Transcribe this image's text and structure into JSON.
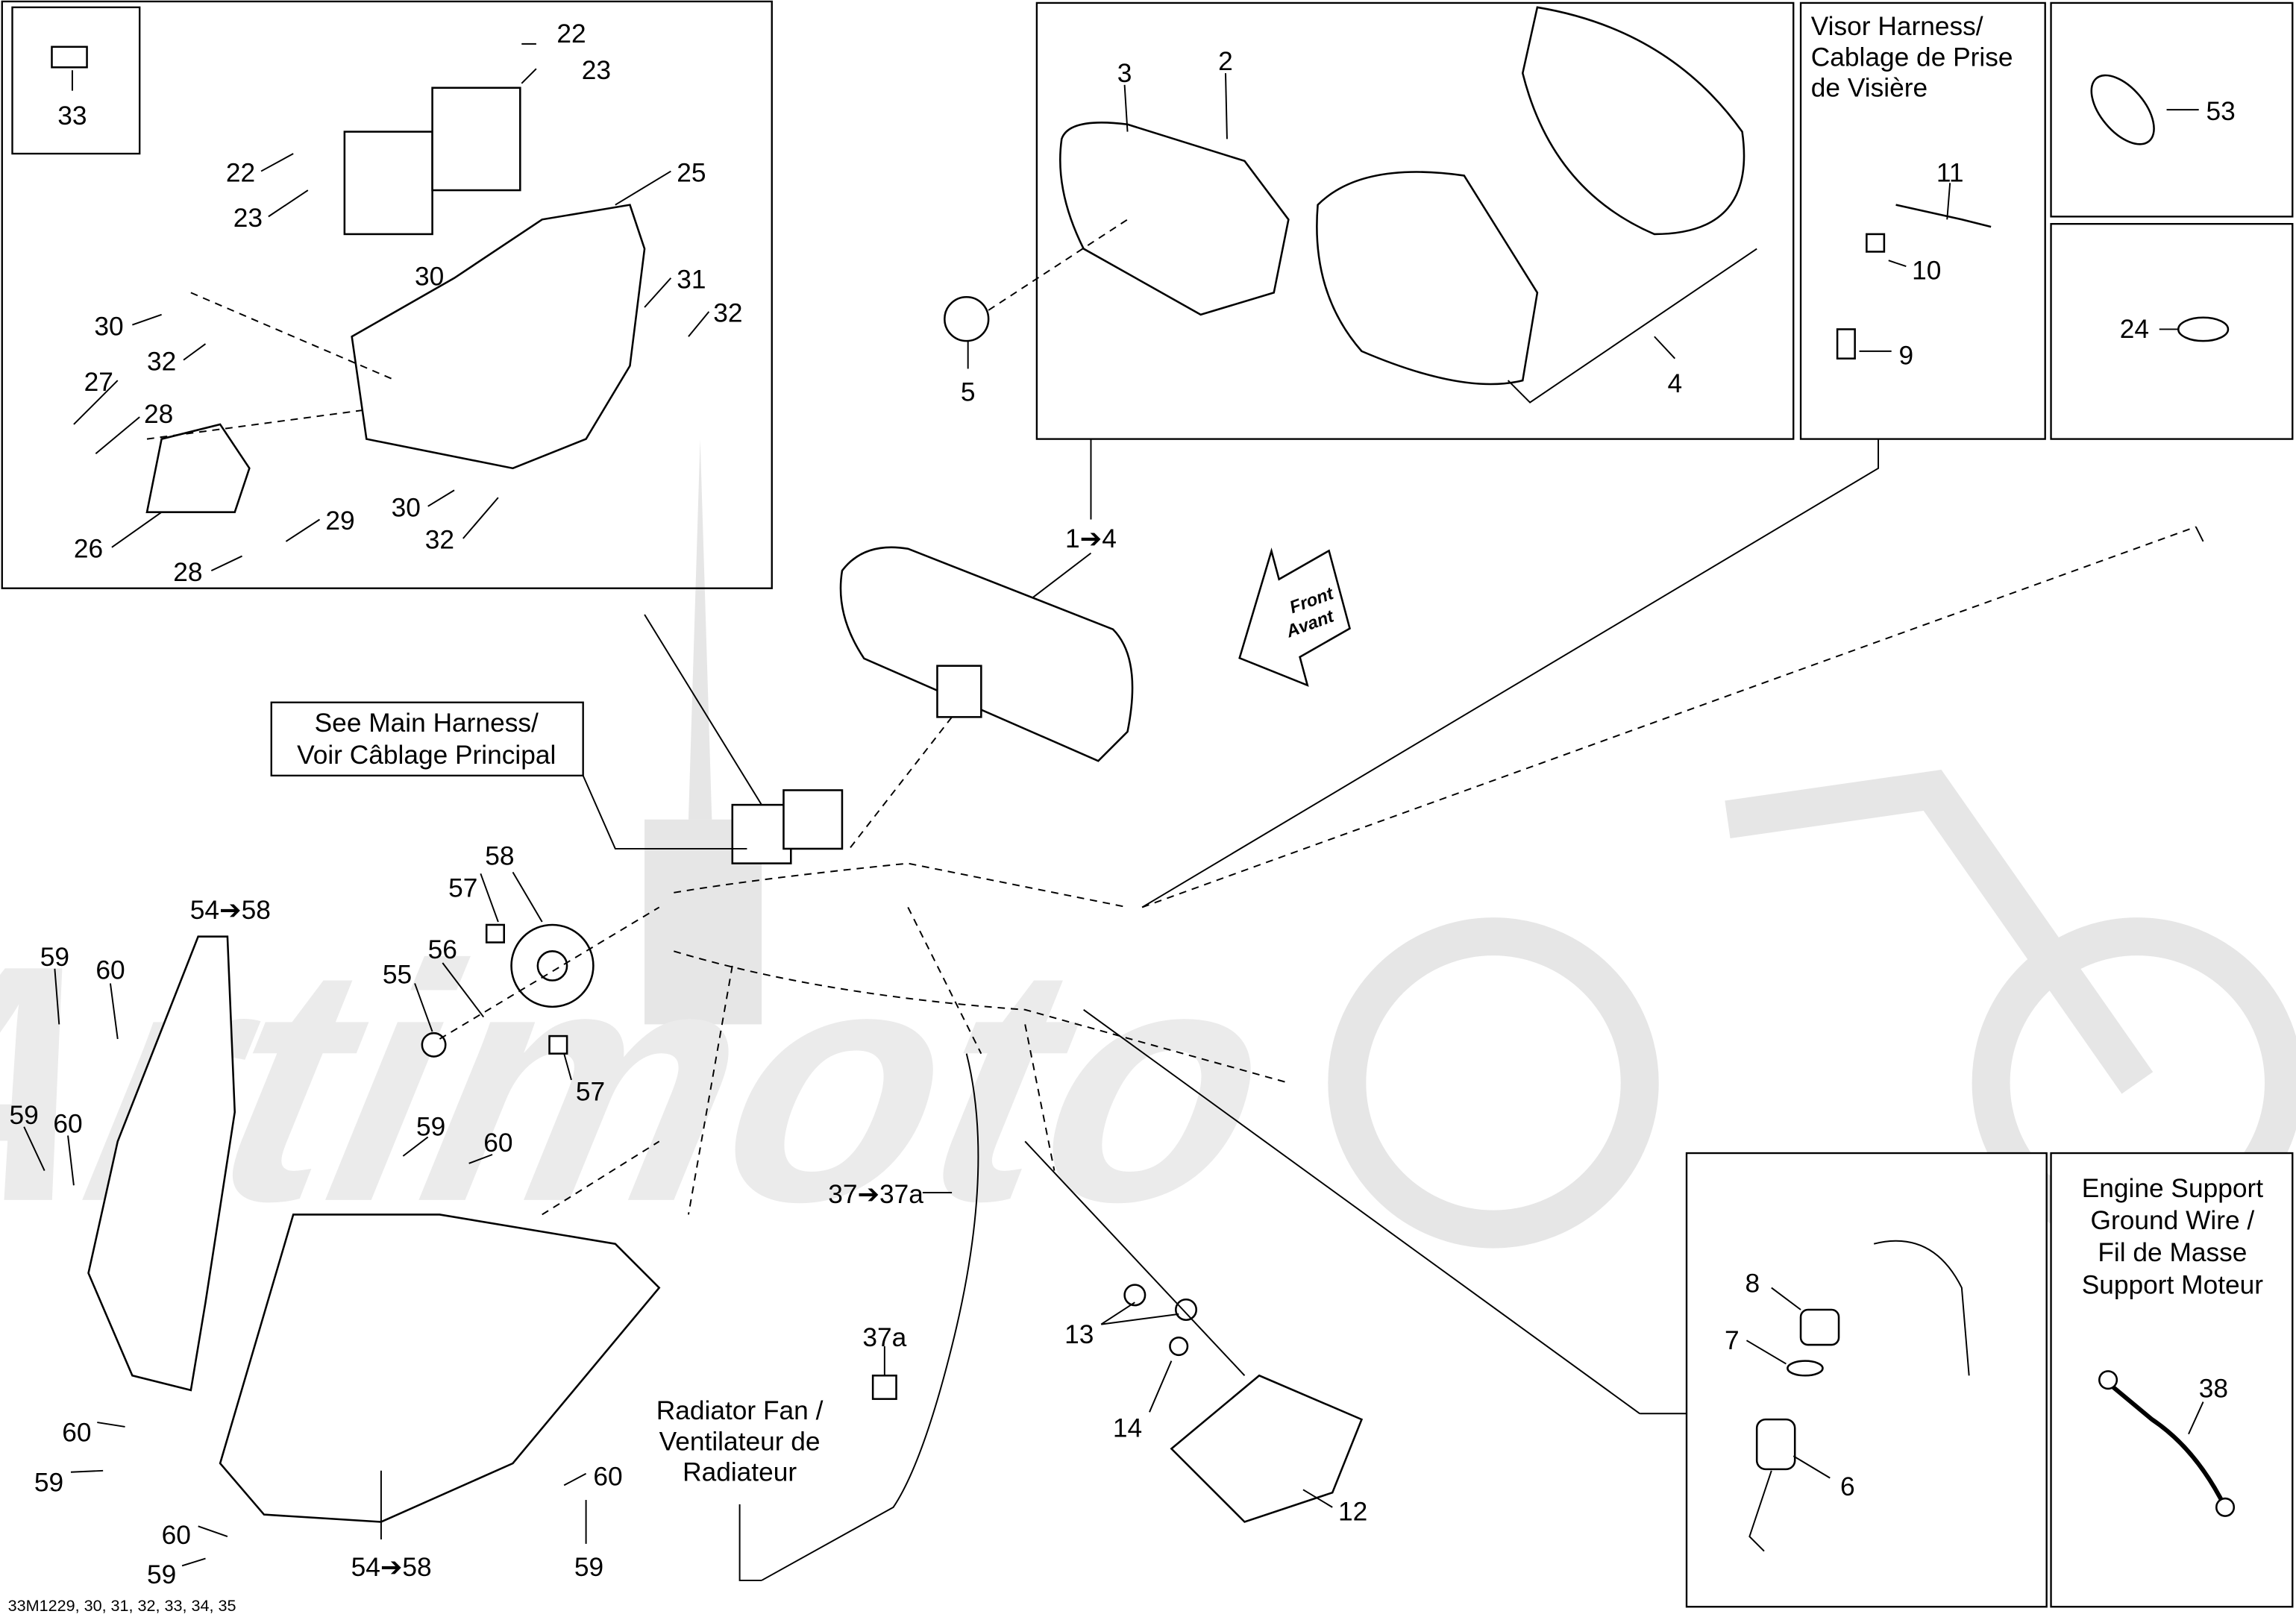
{
  "caption": "33M1229, 30, 31, 32, 33, 34, 35",
  "watermark": "Artimoto",
  "notes": {
    "visor_harness": [
      "Visor Harness/",
      "Cablage de Prise",
      "de Visière"
    ],
    "main_harness": [
      "See Main Harness/",
      "Voir Câblage Principal"
    ],
    "radiator_fan": [
      "Radiator Fan /",
      "Ventilateur de",
      "Radiateur"
    ],
    "engine_ground": [
      "Engine Support",
      "Ground Wire /",
      "Fil de Masse",
      "Support Moteur"
    ],
    "front_arrow": [
      "Front",
      "Avant"
    ]
  },
  "callouts": {
    "switch_box": [
      "33",
      "22",
      "23",
      "22",
      "23",
      "25",
      "30",
      "31",
      "30",
      "32",
      "32",
      "27",
      "28",
      "30",
      "29",
      "26",
      "32",
      "28"
    ],
    "instrument_box": [
      "3",
      "2",
      "5",
      "4"
    ],
    "visor_box": [
      "11",
      "10",
      "9"
    ],
    "small_boxes": [
      "53",
      "24"
    ],
    "main": [
      "1➔4",
      "58",
      "57",
      "54➔58",
      "59",
      "60",
      "56",
      "55",
      "57",
      "59",
      "60",
      "59",
      "60",
      "37➔37a",
      "37a",
      "13",
      "14",
      "12",
      "60",
      "59",
      "60",
      "60",
      "59",
      "54➔58",
      "59"
    ],
    "key_box": [
      "8",
      "7",
      "6"
    ],
    "ground_box": [
      "38"
    ]
  },
  "colors": {
    "line": "#000000",
    "watermark": "#e6e6e6"
  }
}
